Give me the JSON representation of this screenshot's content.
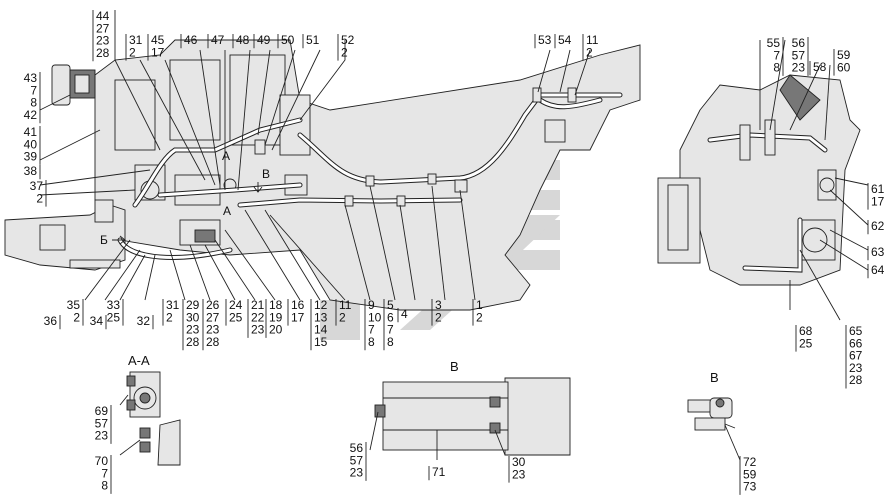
{
  "views": {
    "section_aa": "А-А",
    "view_v1": "В",
    "view_v2": "В"
  },
  "markers": {
    "a_top": "А",
    "a_bottom": "А",
    "b_side": "Б",
    "v_arrow": "В"
  },
  "stacks": [
    {
      "id": "s44",
      "lines": [
        "44",
        "27",
        "23",
        "28"
      ]
    },
    {
      "id": "s31t",
      "lines": [
        "31",
        "2"
      ]
    },
    {
      "id": "s45",
      "lines": [
        "45",
        "17"
      ]
    },
    {
      "id": "s46",
      "lines": [
        "46"
      ]
    },
    {
      "id": "s47",
      "lines": [
        "47"
      ]
    },
    {
      "id": "s48",
      "lines": [
        "48"
      ]
    },
    {
      "id": "s49",
      "lines": [
        "49"
      ]
    },
    {
      "id": "s50",
      "lines": [
        "50"
      ]
    },
    {
      "id": "s51",
      "lines": [
        "51"
      ]
    },
    {
      "id": "s52",
      "lines": [
        "52",
        "2"
      ]
    },
    {
      "id": "s53",
      "lines": [
        "53"
      ]
    },
    {
      "id": "s54",
      "lines": [
        "54"
      ]
    },
    {
      "id": "s11t",
      "lines": [
        "11",
        "2"
      ]
    },
    {
      "id": "s55",
      "lines": [
        "55",
        "7",
        "8"
      ]
    },
    {
      "id": "s56",
      "lines": [
        "56",
        "57",
        "23"
      ]
    },
    {
      "id": "s58",
      "lines": [
        "58"
      ]
    },
    {
      "id": "s59",
      "lines": [
        "59",
        "60"
      ]
    },
    {
      "id": "s43",
      "lines": [
        "43",
        "7",
        "8",
        "42"
      ]
    },
    {
      "id": "s41",
      "lines": [
        "41",
        "40",
        "39"
      ]
    },
    {
      "id": "s38",
      "lines": [
        "38"
      ]
    },
    {
      "id": "s37",
      "lines": [
        "37",
        "2"
      ]
    },
    {
      "id": "s61",
      "lines": [
        "61",
        "17"
      ]
    },
    {
      "id": "s62",
      "lines": [
        "62"
      ]
    },
    {
      "id": "s63",
      "lines": [
        "63"
      ]
    },
    {
      "id": "s64",
      "lines": [
        "64"
      ]
    },
    {
      "id": "s35",
      "lines": [
        "35",
        "2"
      ]
    },
    {
      "id": "s36",
      "lines": [
        "36"
      ]
    },
    {
      "id": "s34",
      "lines": [
        "34"
      ]
    },
    {
      "id": "s33",
      "lines": [
        "33",
        "25"
      ]
    },
    {
      "id": "s32",
      "lines": [
        "32"
      ]
    },
    {
      "id": "s31b",
      "lines": [
        "31",
        "2"
      ]
    },
    {
      "id": "s29",
      "lines": [
        "29",
        "30",
        "23",
        "28"
      ]
    },
    {
      "id": "s26",
      "lines": [
        "26",
        "27",
        "23",
        "28"
      ]
    },
    {
      "id": "s24",
      "lines": [
        "24",
        "25"
      ]
    },
    {
      "id": "s21",
      "lines": [
        "21",
        "22",
        "23"
      ]
    },
    {
      "id": "s18",
      "lines": [
        "18",
        "19",
        "20"
      ]
    },
    {
      "id": "s16",
      "lines": [
        "16",
        "17"
      ]
    },
    {
      "id": "s12",
      "lines": [
        "12",
        "13",
        "14",
        "15"
      ]
    },
    {
      "id": "s11b",
      "lines": [
        "11",
        "2"
      ]
    },
    {
      "id": "s9",
      "lines": [
        "9",
        "10",
        "7",
        "8"
      ]
    },
    {
      "id": "s5",
      "lines": [
        "5",
        "6",
        "7",
        "8"
      ]
    },
    {
      "id": "s4",
      "lines": [
        "4"
      ]
    },
    {
      "id": "s3",
      "lines": [
        "3",
        "2"
      ]
    },
    {
      "id": "s1",
      "lines": [
        "1",
        "2"
      ]
    },
    {
      "id": "s68",
      "lines": [
        "68",
        "25"
      ]
    },
    {
      "id": "s65",
      "lines": [
        "65",
        "66",
        "67",
        "23",
        "28"
      ]
    },
    {
      "id": "s69",
      "lines": [
        "69",
        "57",
        "23"
      ]
    },
    {
      "id": "s70",
      "lines": [
        "70",
        "7",
        "8"
      ]
    },
    {
      "id": "s56b",
      "lines": [
        "56",
        "57",
        "23"
      ]
    },
    {
      "id": "s71",
      "lines": [
        "71"
      ]
    },
    {
      "id": "s30",
      "lines": [
        "30",
        "23"
      ]
    },
    {
      "id": "s72",
      "lines": [
        "72",
        "59",
        "73"
      ]
    }
  ]
}
